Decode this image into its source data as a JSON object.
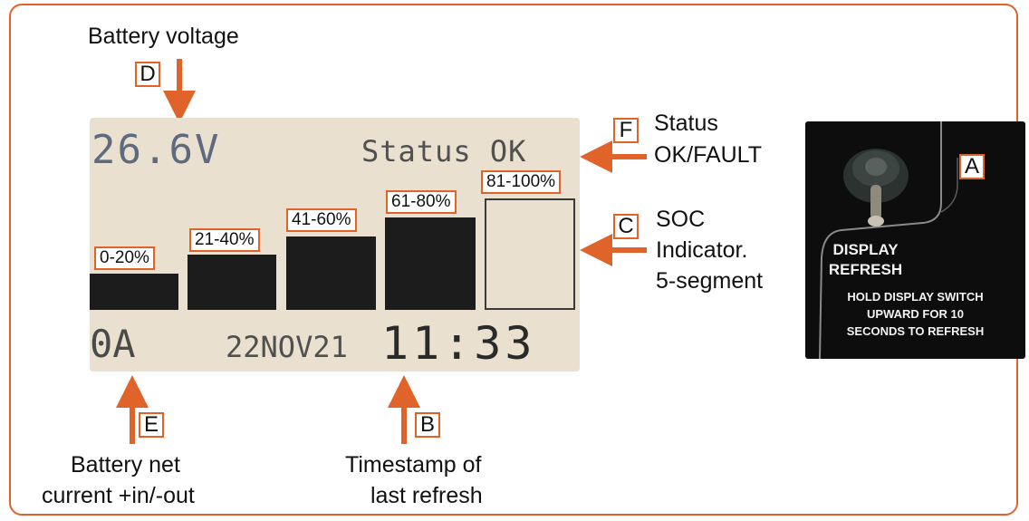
{
  "callouts": {
    "battery_voltage": "Battery voltage",
    "status_line1": "Status",
    "status_line2": "OK/FAULT",
    "soc_line1": "SOC",
    "soc_line2": "Indicator.",
    "soc_line3": "5-segment",
    "net_current_line1": "Battery net",
    "net_current_line2": "current +in/-out",
    "timestamp_line1": "Timestamp of",
    "timestamp_line2": "last refresh"
  },
  "letters": {
    "a": "A",
    "b": "B",
    "c": "C",
    "d": "D",
    "e": "E",
    "f": "F"
  },
  "lcd": {
    "voltage": "26.6V",
    "status": "Status OK",
    "current": "0A",
    "date": "22NOV21",
    "time": "11:33"
  },
  "soc_segments": [
    {
      "label": "0-20%",
      "filled": true
    },
    {
      "label": "21-40%",
      "filled": true
    },
    {
      "label": "41-60%",
      "filled": true
    },
    {
      "label": "61-80%",
      "filled": true
    },
    {
      "label": "81-100%",
      "filled": false
    }
  ],
  "switch_panel": {
    "label_line1": "DISPLAY",
    "label_line2": "REFRESH",
    "instruction_line1": "HOLD DISPLAY SWITCH",
    "instruction_line2": "UPWARD FOR 10",
    "instruction_line3": "SECONDS TO REFRESH"
  },
  "colors": {
    "accent": "#e0642a",
    "lcd_background": "#e9e0cf",
    "panel_background": "#0d0d0e"
  }
}
